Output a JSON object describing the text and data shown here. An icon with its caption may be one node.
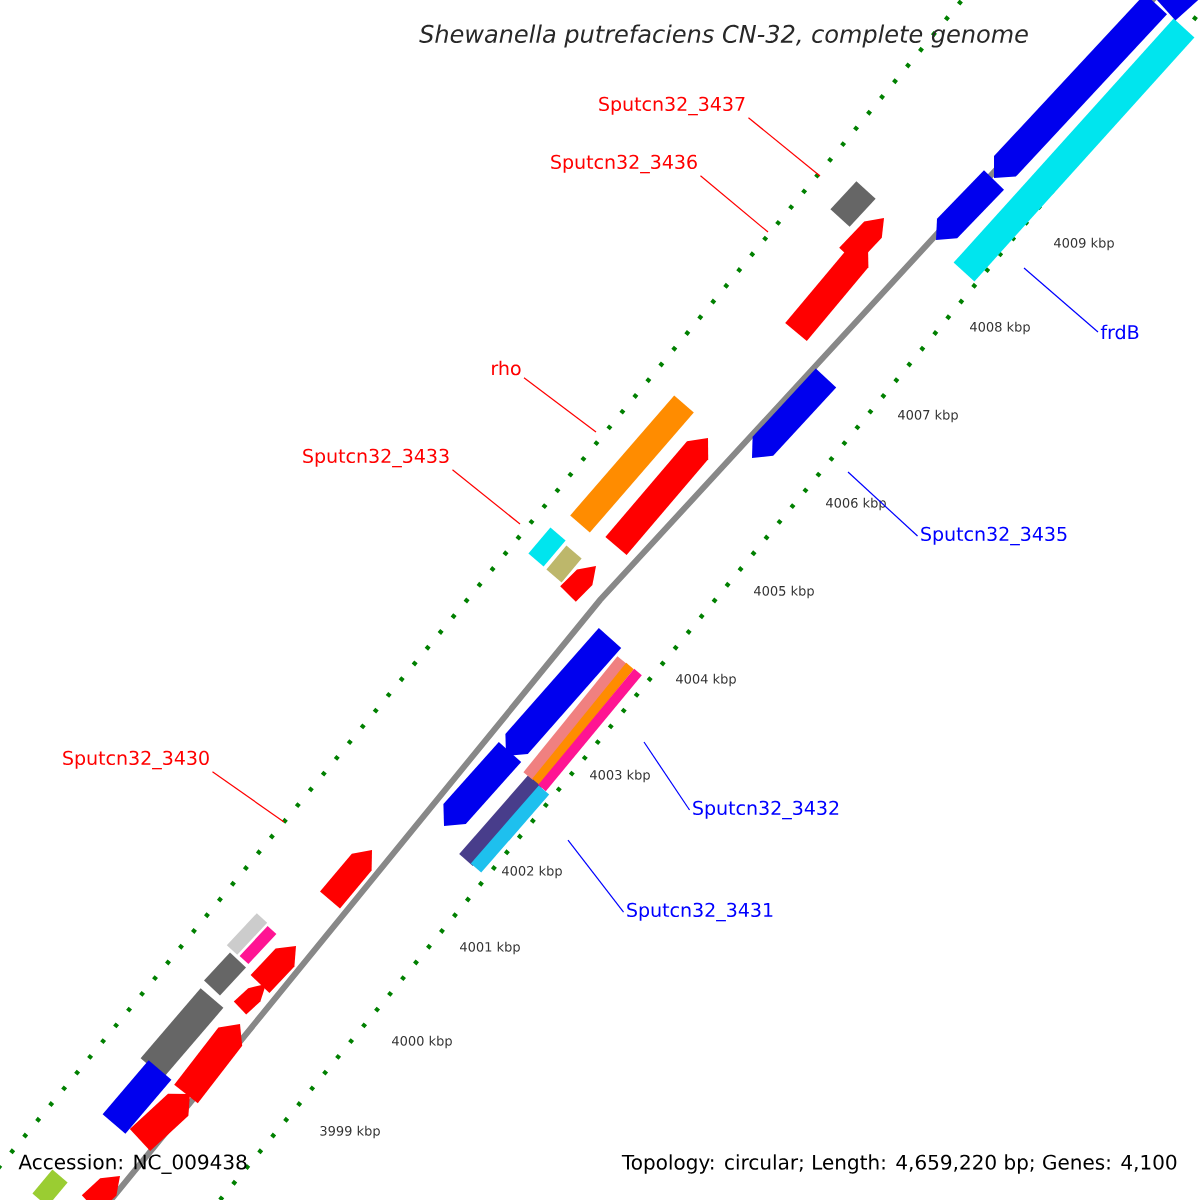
{
  "diagram": {
    "title": "Shewanella putrefaciens CN-32, complete genome",
    "nodes": [
      {
        "text": [
          "Sputcn32_3437"
        ]
      },
      {
        "text": [
          "Sputcn32_3436"
        ]
      },
      {
        "text": [
          "rho"
        ]
      },
      {
        "text": [
          "frdB"
        ]
      },
      {
        "text": [
          "Sputcn32_3433"
        ]
      },
      {
        "text": [
          "Sputcn32_3435"
        ]
      },
      {
        "text": [
          "Sputcn32_3430"
        ]
      },
      {
        "text": [
          "Sputcn32_3432"
        ]
      },
      {
        "text": [
          "Sputcn32_3431"
        ]
      }
    ],
    "edges": [
      {
        "from": 0,
        "to": null,
        "arrow": "none"
      },
      {
        "from": 1,
        "to": null,
        "arrow": "none"
      },
      {
        "from": 2,
        "to": null,
        "arrow": "none"
      },
      {
        "from": 3,
        "to": null,
        "arrow": "none",
        "color": "#0000ff"
      },
      {
        "from": 4,
        "to": null,
        "arrow": "none"
      },
      {
        "from": 5,
        "to": null,
        "arrow": "none",
        "color": "#0000ff"
      },
      {
        "from": 6,
        "to": null,
        "arrow": "none"
      },
      {
        "from": 7,
        "to": null,
        "arrow": "none",
        "color": "#0000ff"
      },
      {
        "from": 8,
        "to": null,
        "arrow": "none",
        "color": "#0000ff"
      }
    ],
    "labels": [
      "4009 kbp",
      "4008 kbp",
      "4007 kbp",
      "4006 kbp",
      "4005 kbp",
      "4004 kbp",
      "4003 kbp",
      "4002 kbp",
      "4001 kbp",
      "4000 kbp",
      "3999 kbp",
      "Accession: NC_009438",
      "Topology: circular; Length: 4,659,220 bp; Genes: 4,100"
    ]
  }
}
